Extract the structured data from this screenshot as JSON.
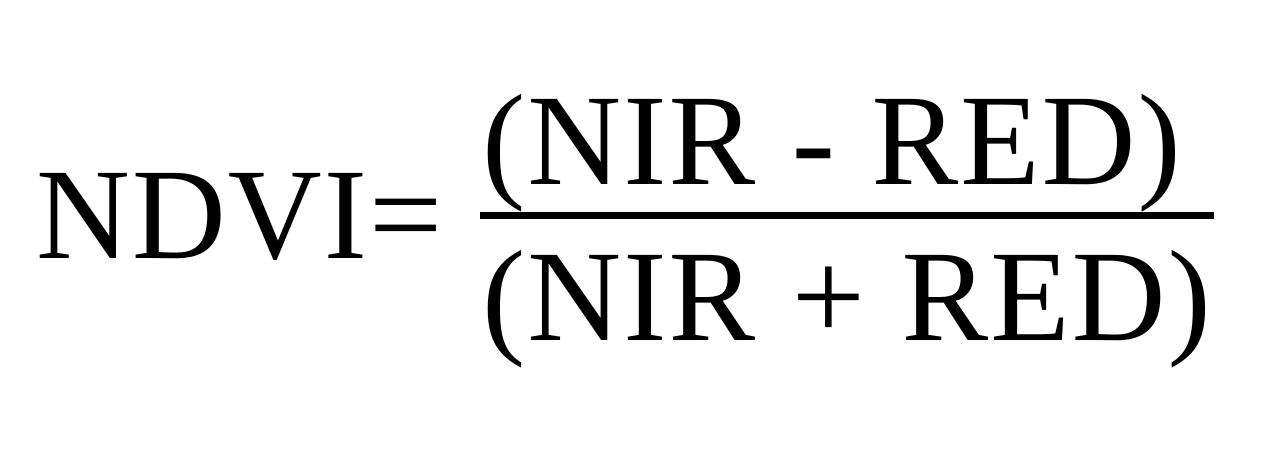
{
  "formula": {
    "lhs": "NDVI=",
    "numerator": "(NIR - RED)",
    "denominator": "(NIR + RED)"
  }
}
